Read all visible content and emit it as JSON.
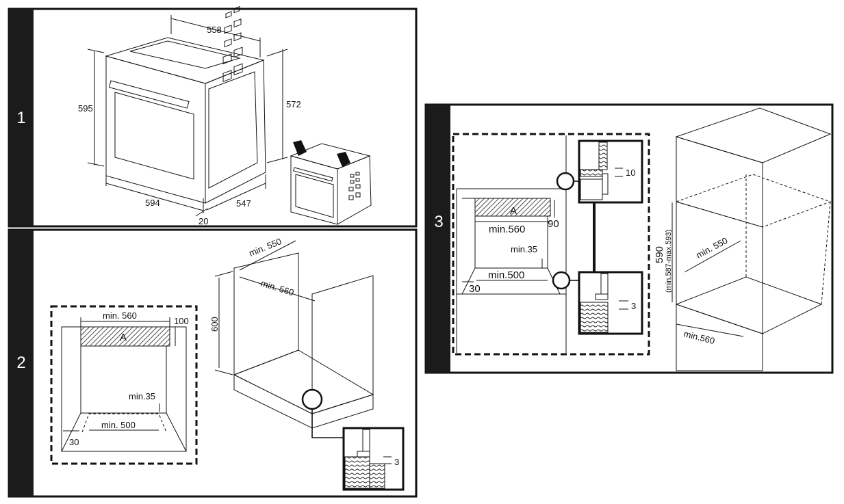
{
  "panels": [
    {
      "number": "1"
    },
    {
      "number": "2"
    },
    {
      "number": "3"
    }
  ],
  "panel1": {
    "dim_width_top": "558",
    "dim_height_front": "595",
    "dim_height_side": "572",
    "dim_width_bottom": "594",
    "dim_depth": "547",
    "dim_door": "20"
  },
  "panel2": {
    "dim_min_560": "min. 560",
    "dim_100": "100",
    "label_a": "A",
    "dim_min_35": "min.35",
    "dim_min_500": "min. 500",
    "dim_30": "30",
    "dim_600": "600",
    "dim_min_550": "min. 550",
    "dim_min_560_cab": "min. 560",
    "dim_3": "3"
  },
  "panel3": {
    "label_a": "A",
    "dim_min_560": "min.560",
    "dim_90": "90",
    "dim_min_35": "min.35",
    "dim_min_500": "min.500",
    "dim_30": "30",
    "dim_10": "10",
    "dim_3": "3",
    "dim_590": "590",
    "dim_590_range": "(min.587-max.593)",
    "dim_min_550": "min. 550",
    "dim_min_560_cab": "min.560"
  }
}
